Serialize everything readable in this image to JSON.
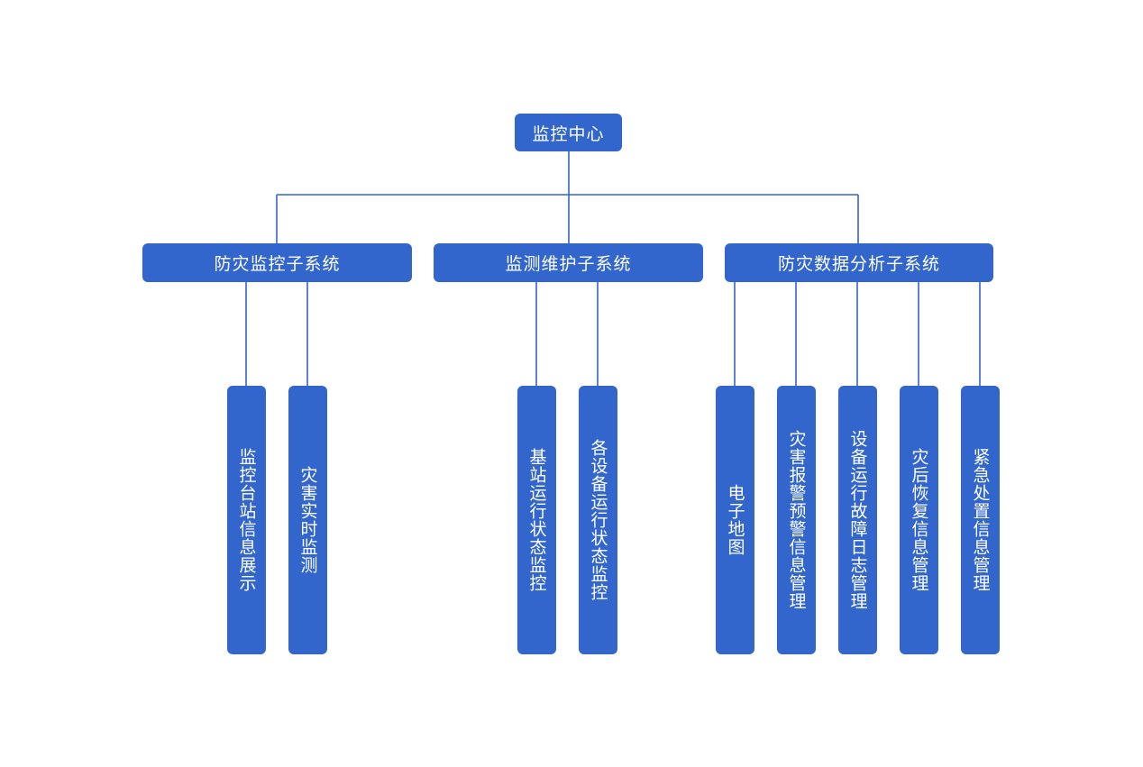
{
  "colors": {
    "node": "#3266CC",
    "line": "#3266CC",
    "text": "#FFFFFF",
    "background": "#FFFFFF"
  },
  "root": {
    "label": "监控中心"
  },
  "subsystems": [
    {
      "label": "防灾监控子系统",
      "children": [
        "监控台站信息展示",
        "灾害实时监测"
      ]
    },
    {
      "label": "监测维护子系统",
      "children": [
        "基站运行状态监控",
        "各设备运行状态监控"
      ]
    },
    {
      "label": "防灾数据分析子系统",
      "children": [
        "电子地图",
        "灾害报警预警信息管理",
        "设备运行故障日志管理",
        "灾后恢复信息管理",
        "紧急处置信息管理"
      ]
    }
  ]
}
